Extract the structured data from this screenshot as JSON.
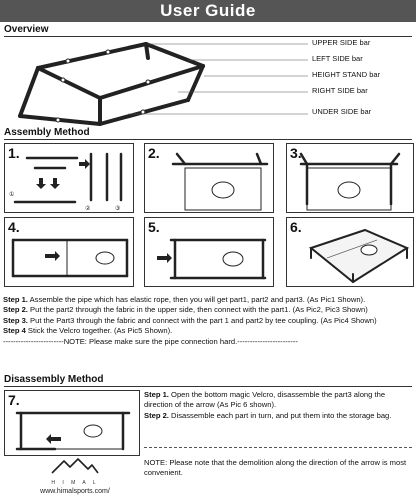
{
  "header": {
    "title": "User Guide"
  },
  "overview": {
    "heading": "Overview",
    "labels": [
      "UPPER SIDE bar",
      "LEFT SIDE bar",
      "HEIGHT STAND bar",
      "RIGHT SIDE bar",
      "UNDER SIDE bar"
    ]
  },
  "assembly": {
    "heading": "Assembly Method",
    "panels": [
      "1.",
      "2.",
      "3.",
      "4.",
      "5.",
      "6."
    ],
    "step1_pic_labels": [
      "①",
      "②",
      "③"
    ],
    "steps": [
      {
        "label": "Step 1.",
        "text": "Assemble the pipe which has elastic rope, then you will get part1, part2 and part3. (As Pic1 Shown)."
      },
      {
        "label": "Step 2.",
        "text": "Put the part2 through the fabric in the upper side, then connect with the part1. (As Pic2, Pic3 Shown)"
      },
      {
        "label": "Step 3.",
        "text": "Put the Part3 through the fabric and connect with the part 1 and part2 by tee coupling. (As Pic4 Shown)"
      },
      {
        "label": "Step 4",
        "text": "Stick the Velcro together. (As Pic5 Shown)."
      }
    ],
    "note": "------------------------NOTE: Please make sure the pipe connection hard.------------------------"
  },
  "disassembly": {
    "heading": "Disassembly Method",
    "panel": "7.",
    "steps": [
      {
        "label": "Step 1.",
        "text": "Open the bottom magic Velcro, disassemble the part3 along the direction of the arrow (As Pic 6 shown)."
      },
      {
        "label": "Step 2.",
        "text": "Disassemble each part in turn, and put them into the storage bag."
      }
    ],
    "note": "NOTE: Please note that the demolition along the direction of the arrow is most convenient."
  },
  "brand": {
    "name": "H I M A L",
    "url": "www.himalsports.com/"
  }
}
